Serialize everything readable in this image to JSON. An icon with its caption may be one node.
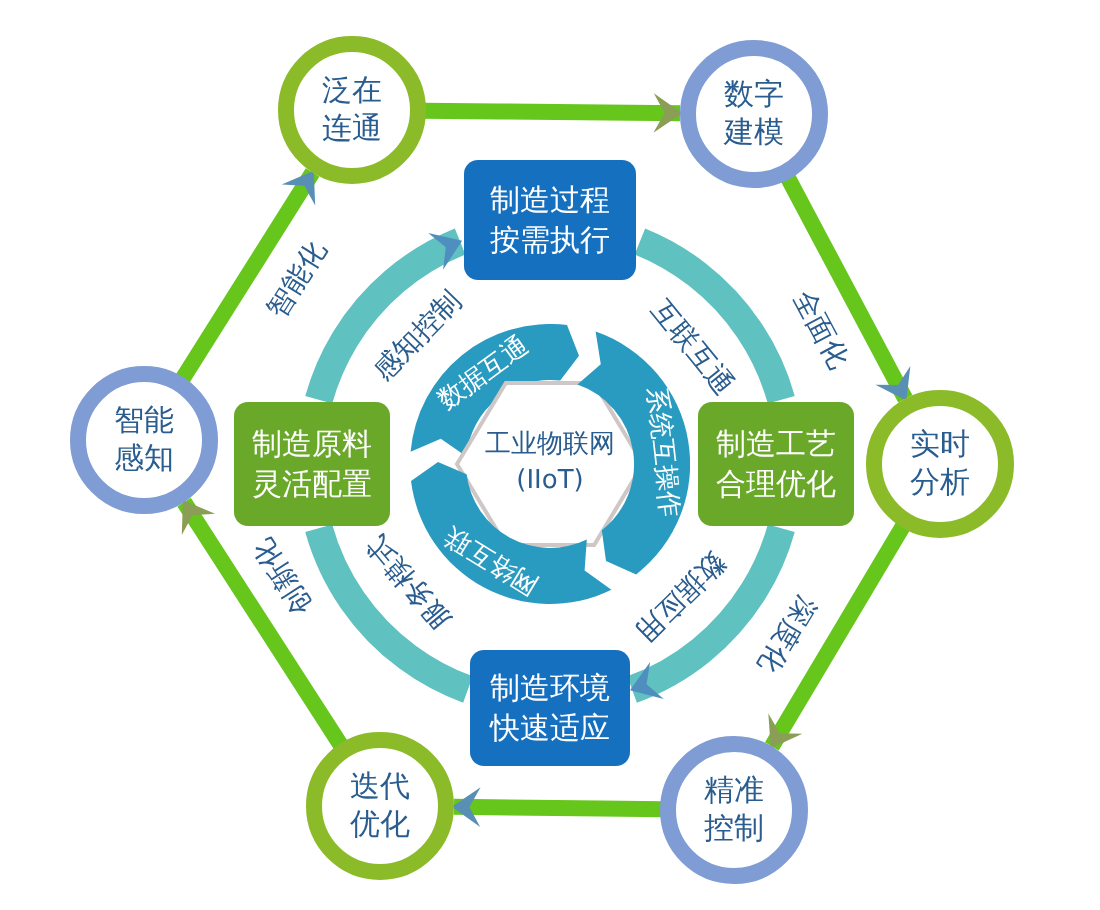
{
  "diagram": {
    "nodes": [
      {
        "text": [
          "泛在连通"
        ]
      },
      {
        "text": [
          "数字建模"
        ]
      },
      {
        "text": [
          "制造过程按需执行"
        ]
      },
      {
        "text": [
          "智能感知"
        ]
      },
      {
        "text": [
          "制造原料灵活配置"
        ]
      },
      {
        "text": [
          "数据互通"
        ]
      },
      {
        "text": [
          "工业物联网 (IIoT)"
        ]
      },
      {
        "text": [
          "系统互操作"
        ]
      },
      {
        "text": [
          "制造工艺合理优化"
        ]
      },
      {
        "text": [
          "实时分析"
        ]
      },
      {
        "text": [
          "网络互联"
        ]
      },
      {
        "text": [
          "制造环境快速适应"
        ]
      },
      {
        "text": [
          "迭代优化"
        ]
      },
      {
        "text": [
          "精准控制"
        ]
      }
    ],
    "edges": [
      {
        "from": 0,
        "to": 1,
        "arrow": "to"
      },
      {
        "from": 1,
        "to": 9,
        "arrow": "to",
        "label": "全面化"
      },
      {
        "from": 9,
        "to": 13,
        "arrow": "to",
        "label": "深度化"
      },
      {
        "from": 13,
        "to": 12,
        "arrow": "to"
      },
      {
        "from": 12,
        "to": 3,
        "arrow": "to",
        "label": "创新化"
      },
      {
        "from": 3,
        "to": 0,
        "arrow": "to",
        "label": "智能化"
      },
      {
        "from": 4,
        "to": 2,
        "arrow": "to",
        "label": "感知控制",
        "color": "#5fc1c0"
      },
      {
        "from": 2,
        "to": 8,
        "arrow": "none",
        "label": "互联互通",
        "color": "#5fc1c0"
      },
      {
        "from": 8,
        "to": 11,
        "arrow": "to",
        "label": "数据应用",
        "color": "#5fc1c0"
      },
      {
        "from": 11,
        "to": 4,
        "arrow": "none",
        "label": "服务模式",
        "color": "#5fc1c0"
      }
    ]
  }
}
